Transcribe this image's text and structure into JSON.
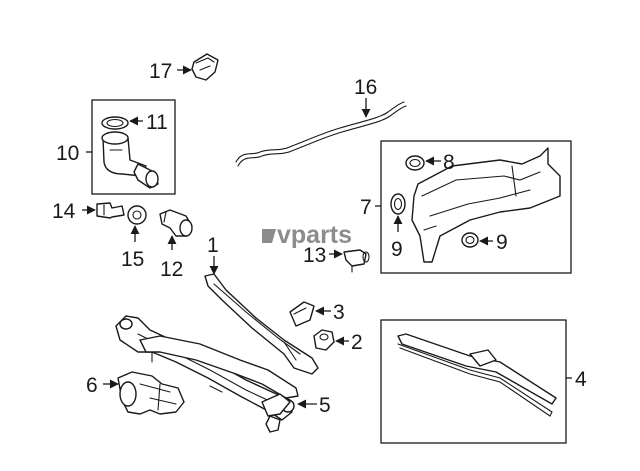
{
  "callouts": {
    "c1": "1",
    "c2": "2",
    "c3": "3",
    "c4": "4",
    "c5": "5",
    "c6": "6",
    "c7": "7",
    "c8": "8",
    "c9a": "9",
    "c9b": "9",
    "c10": "10",
    "c11": "11",
    "c12": "12",
    "c13": "13",
    "c14": "14",
    "c15": "15",
    "c16": "16",
    "c17": "17"
  },
  "watermark": {
    "text": "vparts"
  },
  "colors": {
    "line": "#1a1a1a",
    "watermark": "#8c8c8c",
    "background": "#ffffff"
  }
}
